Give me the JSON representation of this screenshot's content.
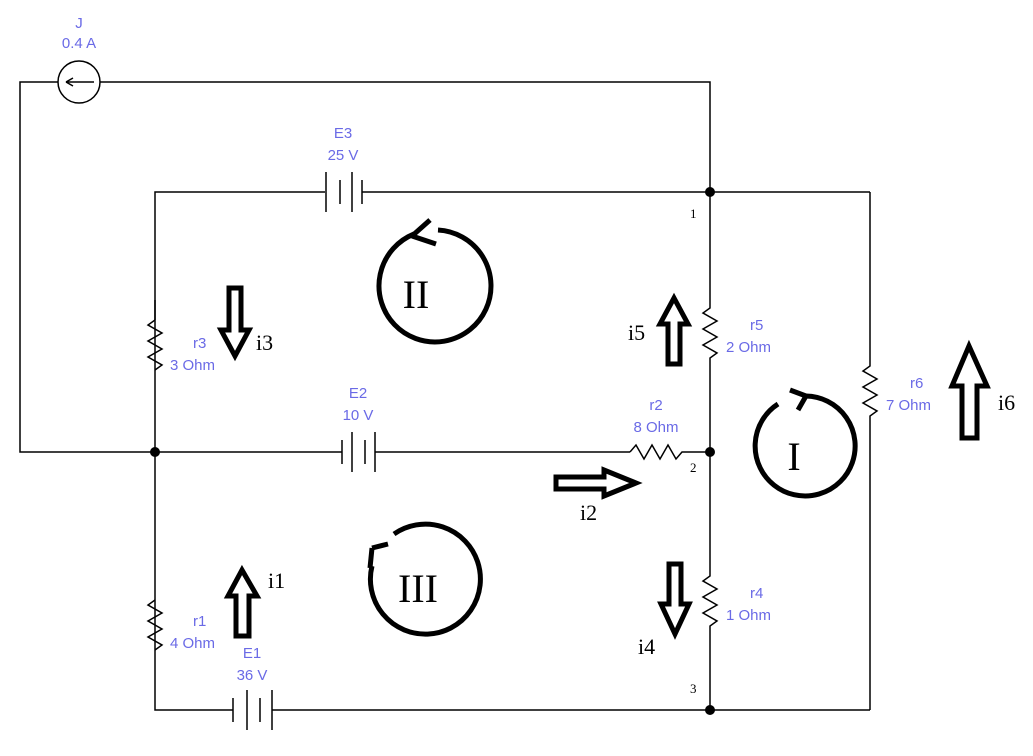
{
  "sources": {
    "J": {
      "name": "J",
      "value": "0.4 A"
    },
    "E1": {
      "name": "E1",
      "value": "36 V"
    },
    "E2": {
      "name": "E2",
      "value": "10 V"
    },
    "E3": {
      "name": "E3",
      "value": "25 V"
    }
  },
  "resistors": {
    "r1": {
      "name": "r1",
      "value": "4  Ohm"
    },
    "r2": {
      "name": "r2",
      "value": "8  Ohm"
    },
    "r3": {
      "name": "r3",
      "value": "3  Ohm"
    },
    "r4": {
      "name": "r4",
      "value": "1  Ohm"
    },
    "r5": {
      "name": "r5",
      "value": "2  Ohm"
    },
    "r6": {
      "name": "r6",
      "value": "7  Ohm"
    }
  },
  "nodes": {
    "n1": "1",
    "n2": "2",
    "n3": "3"
  },
  "currents": {
    "i1": "i1",
    "i2": "i2",
    "i3": "i3",
    "i4": "i4",
    "i5": "i5",
    "i6": "i6"
  },
  "loops": {
    "loop1": "I",
    "loop2": "II",
    "loop3": "III"
  },
  "colors": {
    "label": "#6a6ae6",
    "wire": "#000000"
  }
}
